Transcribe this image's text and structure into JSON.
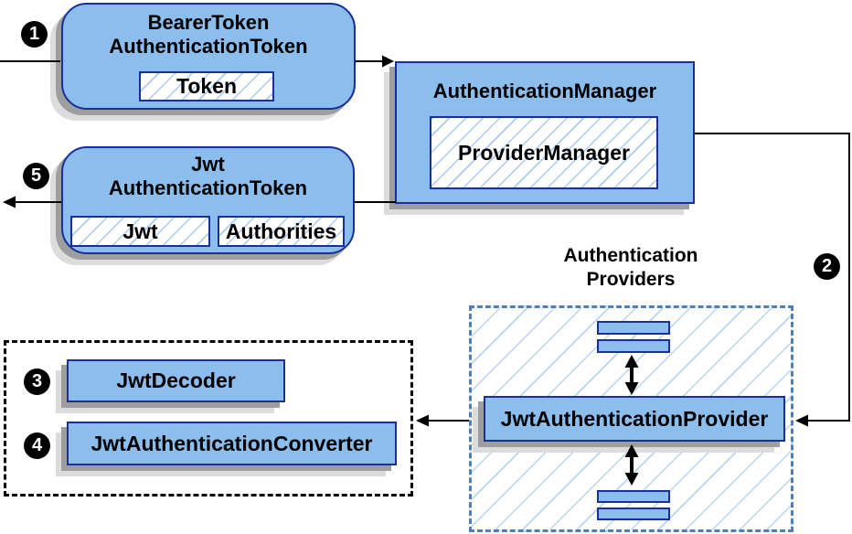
{
  "diagram": {
    "nodes": {
      "bearer_token": {
        "title_line1": "BearerToken",
        "title_line2": "AuthenticationToken",
        "field_token": "Token"
      },
      "authentication_manager": {
        "title": "AuthenticationManager",
        "field_provider_manager": "ProviderManager"
      },
      "jwt_authentication_token": {
        "title_line1": "Jwt",
        "title_line2": "AuthenticationToken",
        "field_jwt": "Jwt",
        "field_authorities": "Authorities"
      },
      "authentication_providers": {
        "title_line1": "Authentication",
        "title_line2": "Providers",
        "provider_label": "JwtAuthenticationProvider"
      },
      "converter_group": {
        "decoder_label": "JwtDecoder",
        "converter_label": "JwtAuthenticationConverter"
      }
    },
    "badges": {
      "step1": "1",
      "step2": "2",
      "step3": "3",
      "step4": "4",
      "step5": "5"
    },
    "colors": {
      "node_fill": "#8BBDED",
      "node_border": "#1A2F9C",
      "hatch_line": "#A9CBEF",
      "providers_dash_border": "#4D7EBE",
      "dashed_box_border": "#000000",
      "shadow_dark": "#9e9e9e",
      "shadow_light": "#dcdcdc",
      "arrow": "#000000",
      "badge_bg": "#000000",
      "badge_text": "#ffffff"
    }
  }
}
